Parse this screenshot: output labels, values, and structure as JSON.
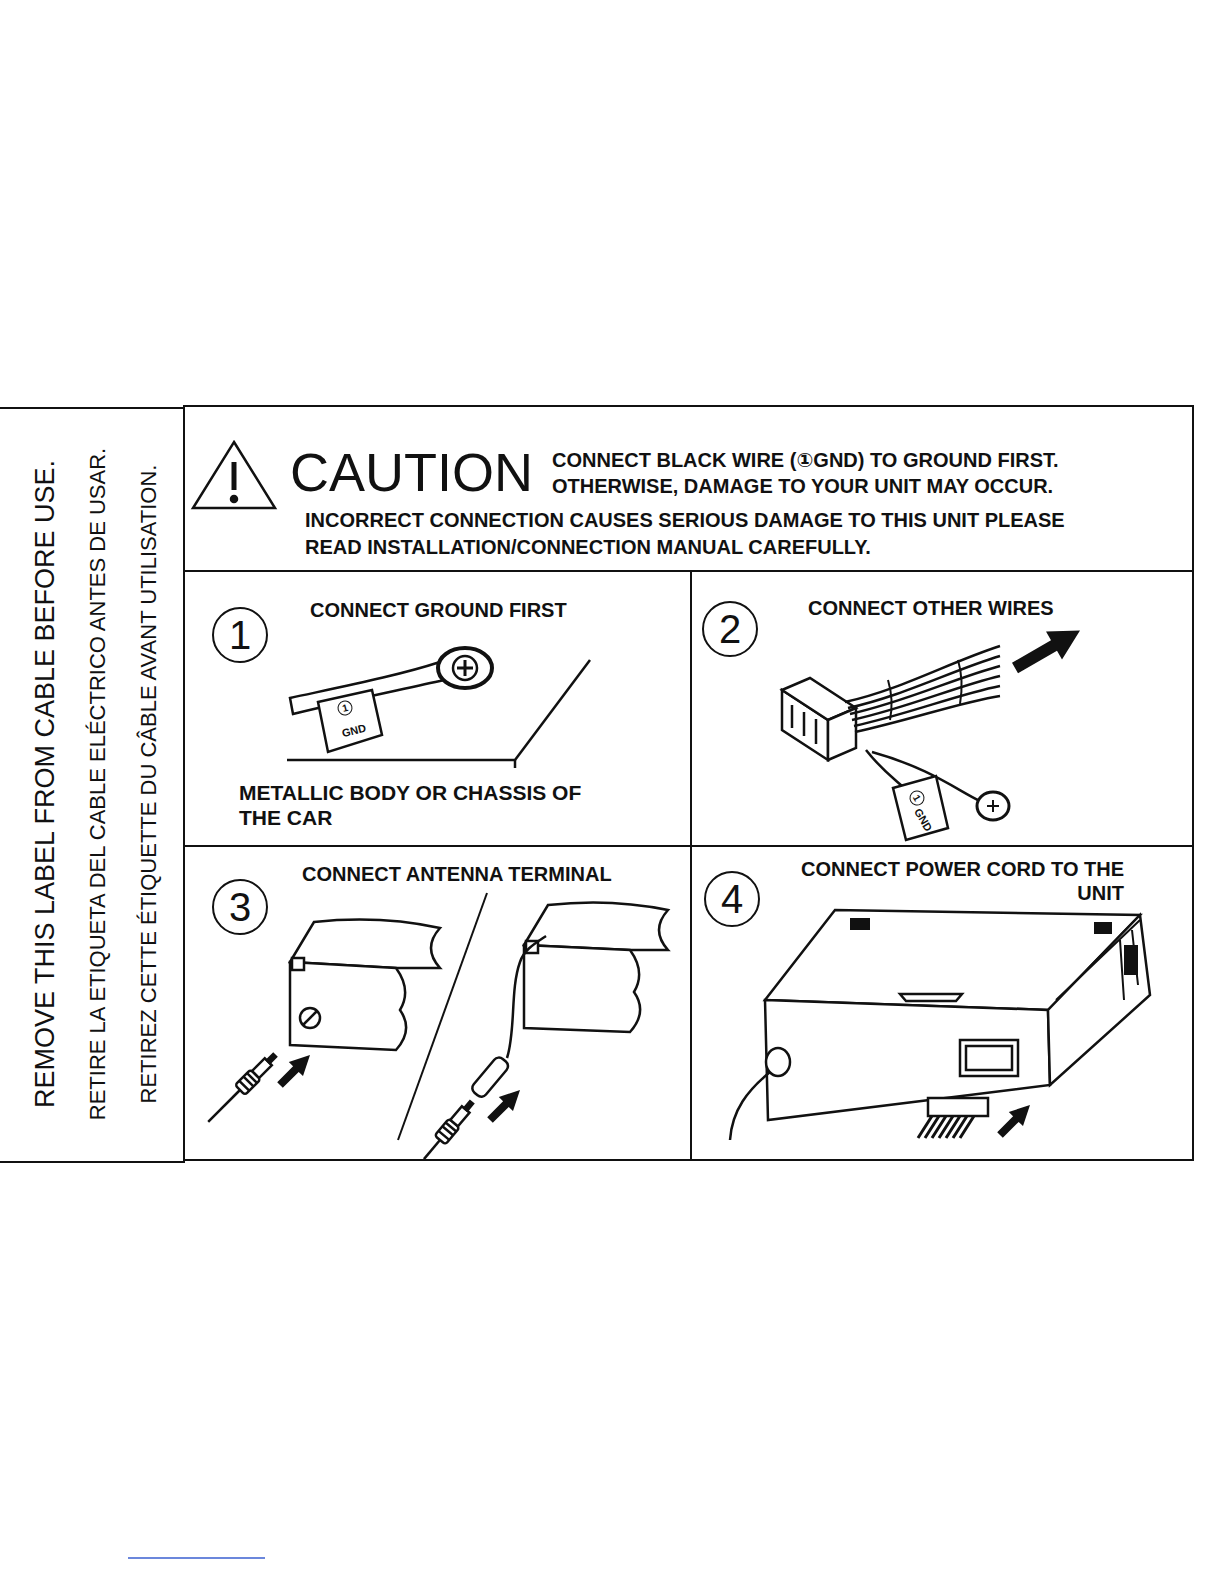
{
  "diagram": {
    "nodes": [
      {
        "text": [
          "REMOVE THIS LABEL FROM CABLE BEFORE USE.",
          "RETIRE LA ETIQUETA DEL CABLE ELÉCTRICO ANTES DE USAR.",
          "RETIREZ CETTE ÉTIQUETTE DU CÂBLE AVANT UTILISATION."
        ]
      },
      {
        "text": [
          "CAUTION",
          "CONNECT BLACK WIRE (①GND) TO GROUND FIRST. OTHERWISE, DAMAGE TO YOUR UNIT MAY OCCUR.",
          "INCORRECT CONNECTION CAUSES SERIOUS DAMAGE TO THIS UNIT PLEASE READ INSTALLATION/CONNECTION MANUAL CAREFULLY."
        ]
      },
      {
        "text": [
          "1",
          "CONNECT GROUND FIRST",
          "METALLIC BODY OR CHASSIS OF THE CAR"
        ]
      },
      {
        "text": [
          "2",
          "CONNECT OTHER WIRES"
        ]
      },
      {
        "text": [
          "3",
          "CONNECT ANTENNA TERMINAL"
        ]
      },
      {
        "text": [
          "4",
          "CONNECT POWER CORD TO THE UNIT"
        ]
      }
    ],
    "labels": [
      "1",
      "GND",
      "1",
      "GND"
    ]
  }
}
